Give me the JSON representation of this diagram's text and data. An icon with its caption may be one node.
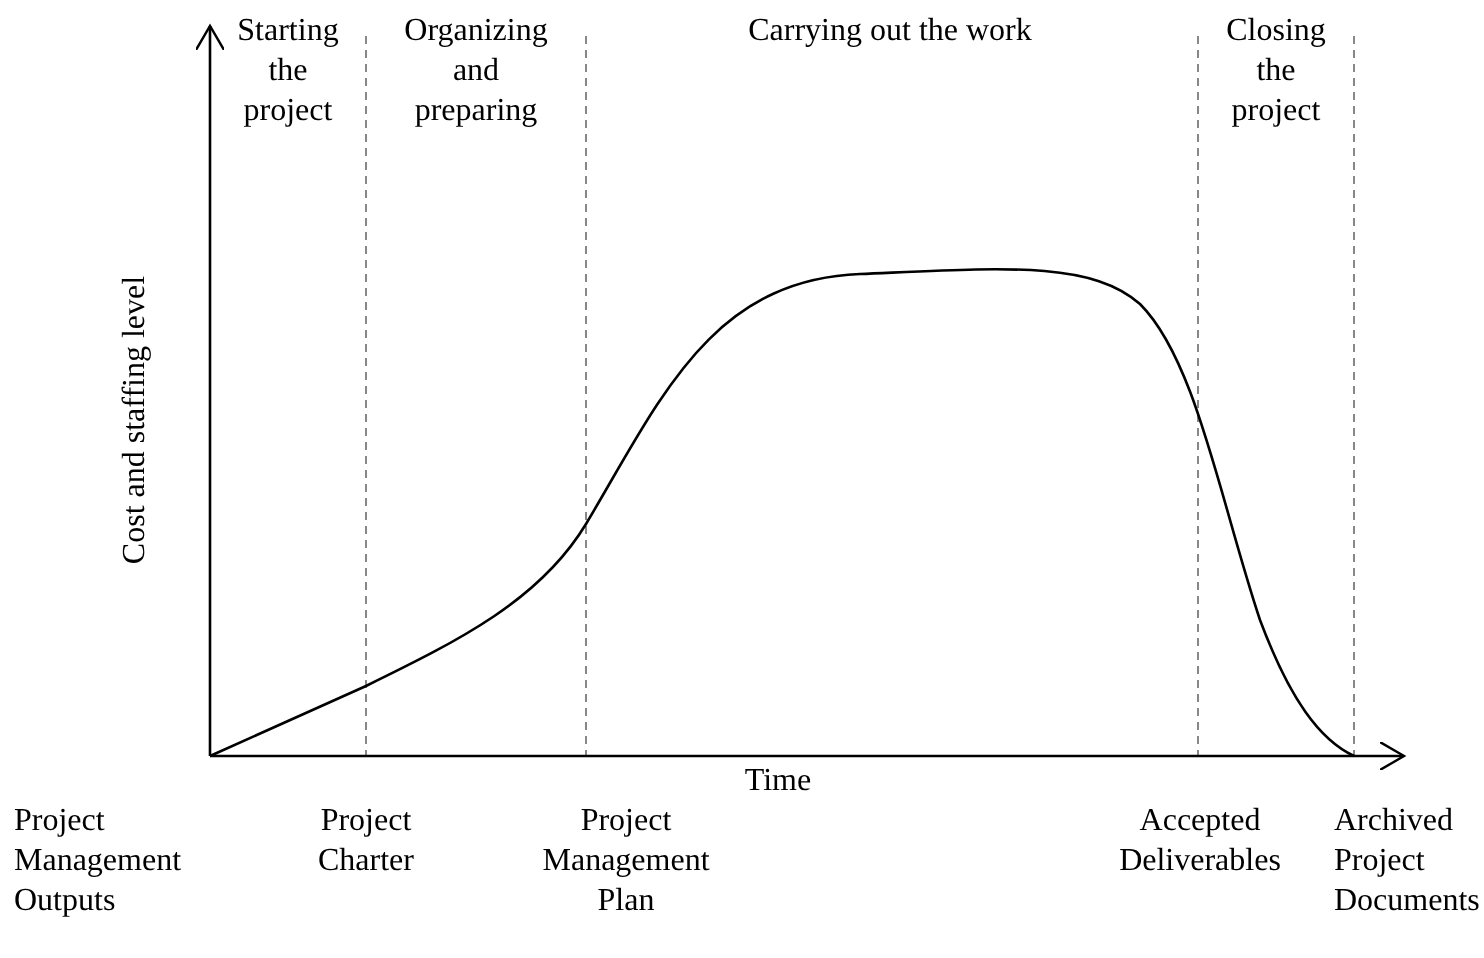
{
  "diagram": {
    "labels": [
      "Starting the project",
      "Organizing and preparing",
      "Carrying out the work",
      "Closing the project",
      "Cost and staffing level",
      "Time",
      "Project Management Outputs",
      "Project Charter",
      "Project Management Plan",
      "Accepted Deliverables",
      "Archived Project Documents"
    ]
  }
}
